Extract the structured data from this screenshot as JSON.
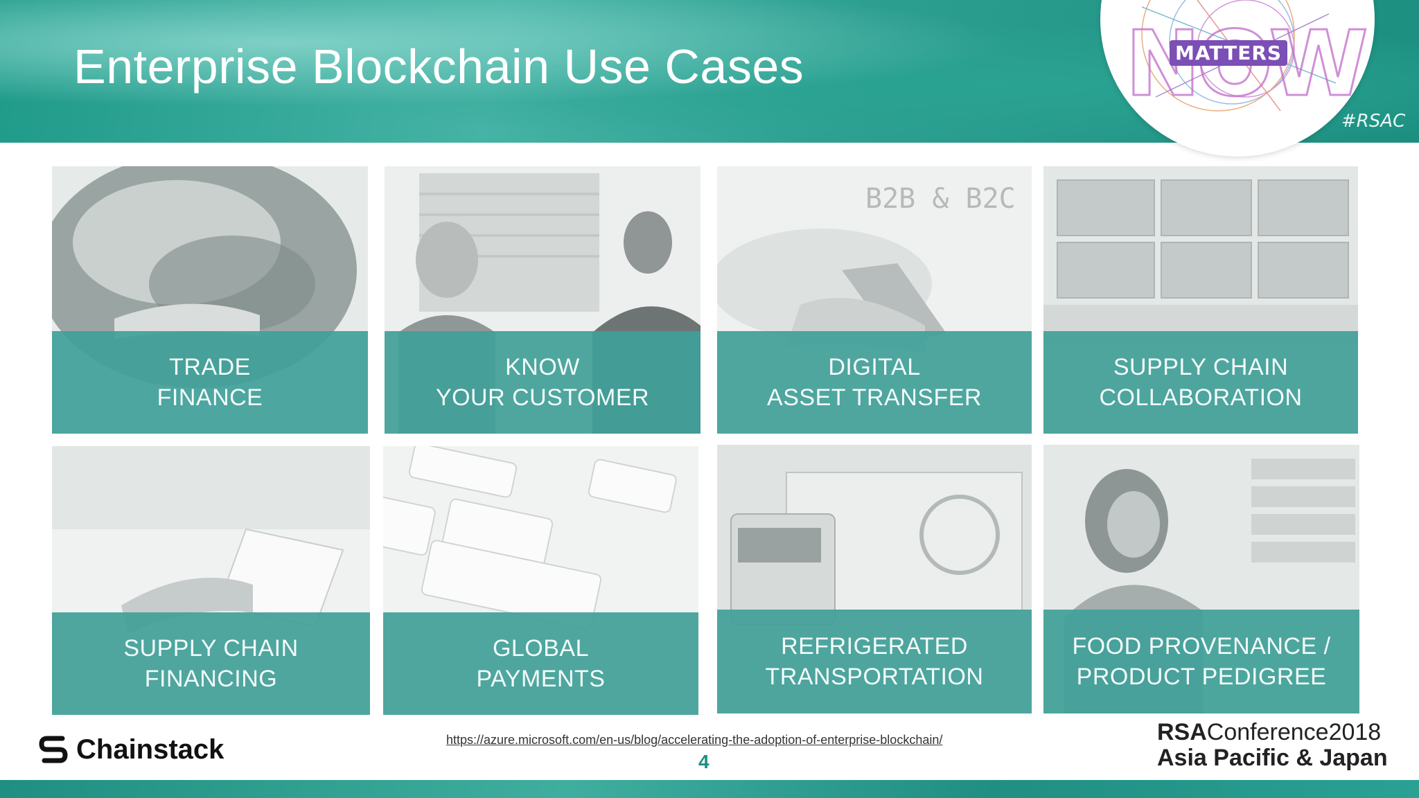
{
  "header": {
    "title": "Enterprise Blockchain Use Cases",
    "hashtag": "#RSAC",
    "badge_text": "MATTERS"
  },
  "tiles": [
    {
      "line1": "TRADE",
      "line2": "FINANCE"
    },
    {
      "line1": "KNOW",
      "line2": "YOUR CUSTOMER"
    },
    {
      "line1": "DIGITAL",
      "line2": "ASSET TRANSFER",
      "overlay": "B2B & B2C"
    },
    {
      "line1": "SUPPLY CHAIN",
      "line2": "COLLABORATION"
    },
    {
      "line1": "SUPPLY CHAIN",
      "line2": "FINANCING"
    },
    {
      "line1": "GLOBAL",
      "line2": "PAYMENTS"
    },
    {
      "line1": "REFRIGERATED",
      "line2": "TRANSPORTATION"
    },
    {
      "line1": "FOOD PROVENANCE /",
      "line2": "PRODUCT PEDIGREE"
    }
  ],
  "footer": {
    "logo_text": "Chainstack",
    "source_url": "https://azure.microsoft.com/en-us/blog/accelerating-the-adoption-of-enterprise-blockchain/",
    "page_number": "4",
    "rsa_brand": "RSA",
    "rsa_conference": "Conference2018",
    "rsa_region": "Asia Pacific & Japan"
  },
  "colors": {
    "accent_teal": "#40a098",
    "header_teal": "#2d9f91",
    "page_number": "#1f8f82"
  }
}
